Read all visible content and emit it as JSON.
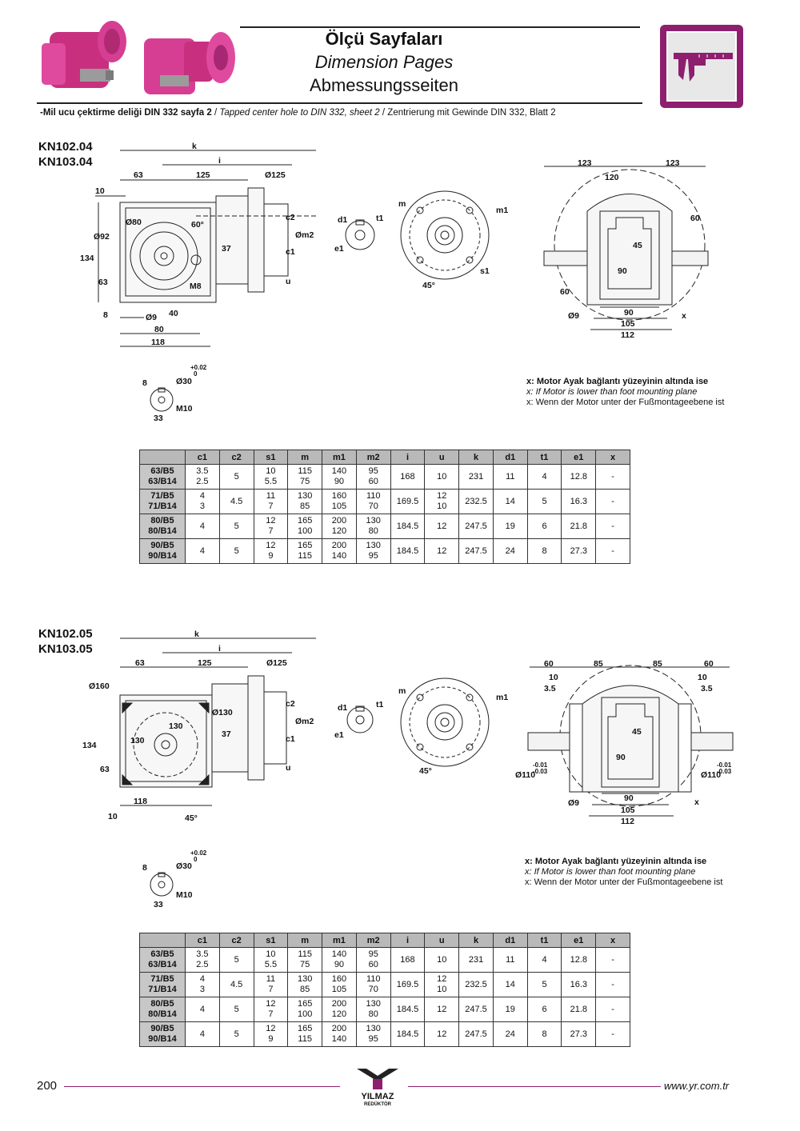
{
  "header": {
    "title_tr": "Ölçü Sayfaları",
    "title_en": "Dimension Pages",
    "title_de": "Abmessungsseiten",
    "subtitle_tr": "-Mil ucu çektirme deliği DIN 332 sayfa 2",
    "subtitle_en": "Tapped center hole to DIN 332, sheet 2",
    "subtitle_de": "Zentrierung mit Gewinde DIN 332, Blatt 2",
    "sep": "/",
    "icon": "caliper-icon"
  },
  "colors": {
    "accent": "#8e1f6e",
    "gearbox": "#d23c92",
    "table_header": "#b9b9b9"
  },
  "section1": {
    "models": [
      "KN102.04",
      "KN103.04"
    ],
    "labels": {
      "k": "k",
      "i": "i",
      "d63": "63",
      "d125": "125",
      "dia125": "Ø125",
      "d10": "10",
      "dia80": "Ø80",
      "dia92": "Ø92",
      "d134": "134",
      "d63b": "63",
      "d8": "8",
      "dia9": "Ø9",
      "d40": "40",
      "d80": "80",
      "d118": "118",
      "d60deg": "60°",
      "d37": "37",
      "m8": "M8",
      "c2": "c2",
      "dm2": "Øm2",
      "c1": "c1",
      "u": "u",
      "d1": "d1",
      "t1": "t1",
      "e1": "e1",
      "m": "m",
      "m1": "m1",
      "s1": "s1",
      "deg45": "45°",
      "r123a": "123",
      "r123b": "123",
      "r120": "120",
      "r60": "60",
      "r45": "45",
      "r90": "90",
      "r60b": "60",
      "rdia9": "Ø9",
      "r90b": "90",
      "r105": "105",
      "r112": "112",
      "x": "x"
    },
    "shaft": {
      "d8": "8",
      "dia30": "Ø30",
      "tol_up": "+0.02",
      "tol_low": "0",
      "d33": "33",
      "m10": "M10"
    },
    "note": {
      "tr": "x: Motor Ayak bağlantı yüzeyinin altında ise",
      "en": "x: If Motor is lower than foot mounting plane",
      "de": "x: Wenn der Motor unter der Fußmontageebene ist"
    }
  },
  "section2": {
    "models": [
      "KN102.05",
      "KN103.05"
    ],
    "labels": {
      "k": "k",
      "i": "i",
      "d63": "63",
      "d125": "125",
      "dia125": "Ø125",
      "dia160": "Ø160",
      "dia130": "Ø130",
      "d130a": "130",
      "d130b": "130",
      "d37": "37",
      "d134": "134",
      "d63b": "63",
      "d118": "118",
      "d10": "10",
      "deg45": "45°",
      "c2": "c2",
      "dm2": "Øm2",
      "c1": "c1",
      "u": "u",
      "d1": "d1",
      "t1": "t1",
      "e1": "e1",
      "m": "m",
      "m1": "m1",
      "deg45b": "45°",
      "r60a": "60",
      "r85a": "85",
      "r85b": "85",
      "r60b": "60",
      "r10a": "10",
      "r35a": "3.5",
      "r10b": "10",
      "r35b": "3.5",
      "r45": "45",
      "r90": "90",
      "tol1": "-0.01",
      "tol2": "-0.03",
      "dia110a": "Ø110",
      "dia110b": "Ø110",
      "tol3": "-0.01",
      "tol4": "-0.03",
      "rdia9": "Ø9",
      "r90b": "90",
      "r105": "105",
      "r112": "112",
      "x": "x"
    },
    "shaft": {
      "d8": "8",
      "dia30": "Ø30",
      "tol_up": "+0.02",
      "tol_low": "0",
      "d33": "33",
      "m10": "M10"
    },
    "note": {
      "tr": "x: Motor Ayak bağlantı yüzeyinin altında ise",
      "en": "x: If Motor is lower than foot mounting plane",
      "de": "x: Wenn der Motor unter der Fußmontageebene ist"
    }
  },
  "table": {
    "headers": [
      "",
      "c1",
      "c2",
      "s1",
      "m",
      "m1",
      "m2",
      "i",
      "u",
      "k",
      "d1",
      "t1",
      "e1",
      "x"
    ],
    "rows": [
      {
        "label": "63/B5\n63/B14",
        "cells": [
          "3.5\n2.5",
          "5",
          "10\n5.5",
          "115\n75",
          "140\n90",
          "95\n60",
          "168",
          "10",
          "231",
          "11",
          "4",
          "12.8",
          "-"
        ]
      },
      {
        "label": "71/B5\n71/B14",
        "cells": [
          "4\n3",
          "4.5",
          "11\n7",
          "130\n85",
          "160\n105",
          "110\n70",
          "169.5",
          "12\n10",
          "232.5",
          "14",
          "5",
          "16.3",
          "-"
        ]
      },
      {
        "label": "80/B5\n80/B14",
        "cells": [
          "4",
          "5",
          "12\n7",
          "165\n100",
          "200\n120",
          "130\n80",
          "184.5",
          "12",
          "247.5",
          "19",
          "6",
          "21.8",
          "-"
        ]
      },
      {
        "label": "90/B5\n90/B14",
        "cells": [
          "4",
          "5",
          "12\n9",
          "165\n115",
          "200\n140",
          "130\n95",
          "184.5",
          "12",
          "247.5",
          "24",
          "8",
          "27.3",
          "-"
        ]
      }
    ]
  },
  "footer": {
    "page_number": "200",
    "logo_text": "YILMAZ",
    "logo_sub": "REDÜKTÖR",
    "url": "www.yr.com.tr"
  }
}
